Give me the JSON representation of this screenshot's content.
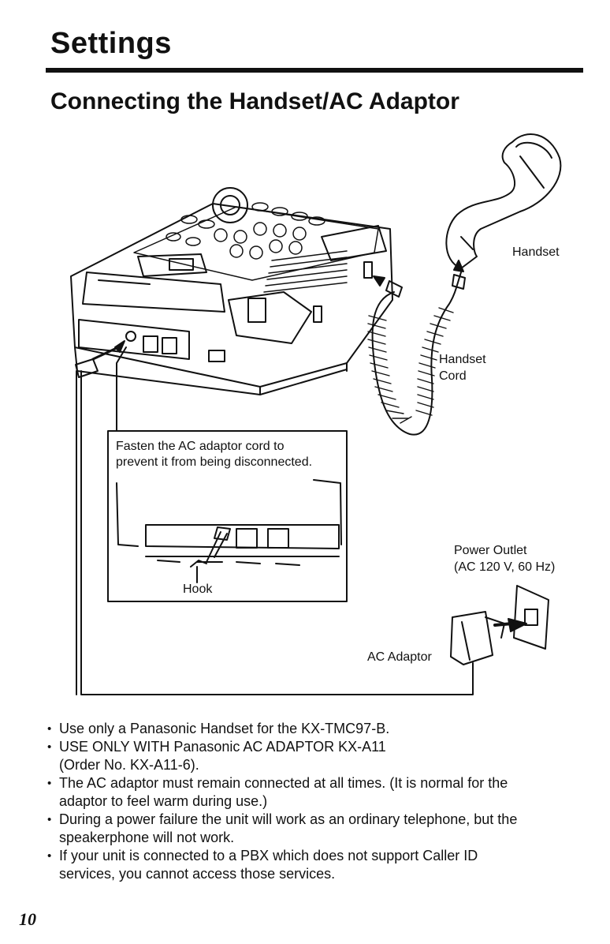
{
  "page": {
    "section_title": "Settings",
    "subsection_title": "Connecting the Handset/AC Adaptor",
    "page_number": "10"
  },
  "diagram": {
    "labels": {
      "handset": "Handset",
      "handset_cord_line1": "Handset",
      "handset_cord_line2": "Cord",
      "power_outlet_line1": "Power Outlet",
      "power_outlet_line2": "(AC 120 V, 60 Hz)",
      "ac_adaptor": "AC Adaptor",
      "hook": "Hook"
    },
    "inset": {
      "caption_line1": "Fasten the AC adaptor cord to",
      "caption_line2": "prevent it from being disconnected."
    }
  },
  "notes": [
    "Use only a Panasonic Handset for the KX-TMC97-B.",
    "USE ONLY WITH Panasonic AC ADAPTOR KX-A11",
    "(Order No. KX-A11-6).",
    "The AC adaptor must remain connected at all times. (It is normal for the",
    "adaptor to feel warm during use.)",
    "During a power failure the unit will work as an ordinary telephone, but the",
    "speakerphone will not work.",
    "If your unit is connected to a PBX which does not support Caller ID",
    "services, you cannot access those services."
  ]
}
